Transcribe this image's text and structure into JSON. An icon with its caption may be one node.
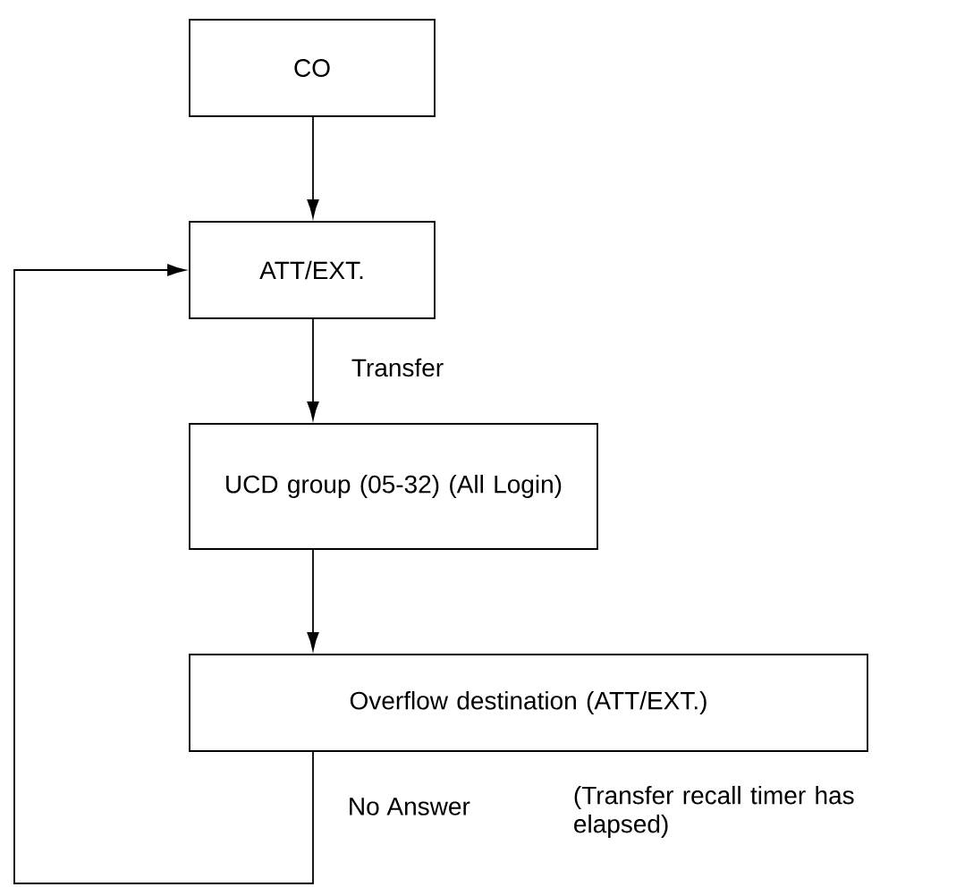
{
  "diagram": {
    "nodes": [
      {
        "text": [
          "CO"
        ]
      },
      {
        "text": [
          "ATT/EXT."
        ]
      },
      {
        "text": [
          "UCD group (05-32) (All Login)"
        ]
      },
      {
        "text": [
          "Overflow destination (ATT/EXT.)"
        ]
      }
    ],
    "edges": [
      {
        "from": 0,
        "to": 1,
        "arrow": "to"
      },
      {
        "from": 1,
        "to": 2,
        "arrow": "to",
        "label": "Transfer"
      },
      {
        "from": 2,
        "to": 3,
        "arrow": "to"
      },
      {
        "from": 3,
        "to": 1,
        "arrow": "to",
        "label": "No Answer"
      }
    ],
    "labels": [
      "(Transfer recall timer has elapsed)"
    ]
  }
}
